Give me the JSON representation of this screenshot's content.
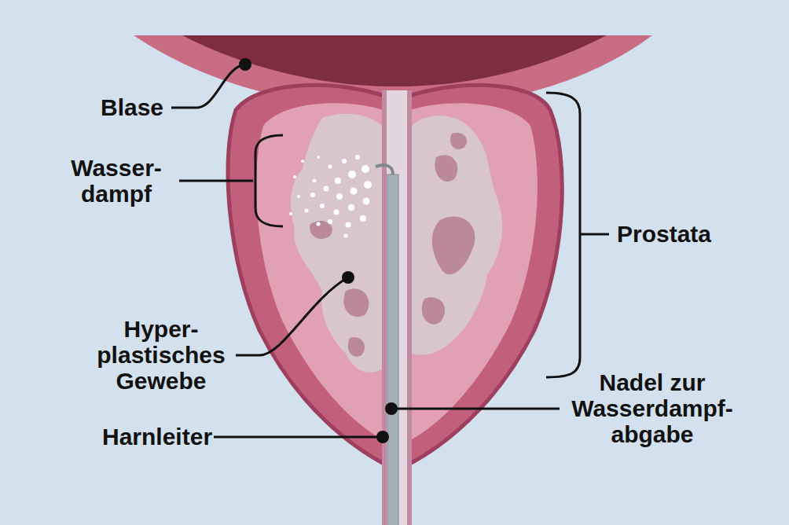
{
  "diagram": {
    "labels": [
      "Blase",
      "Wasser- dampf",
      "Prostata",
      "Hyper- plastisches Gewebe",
      "Nadel zur Wasserdampf- abgabe",
      "Harnleiter"
    ]
  }
}
